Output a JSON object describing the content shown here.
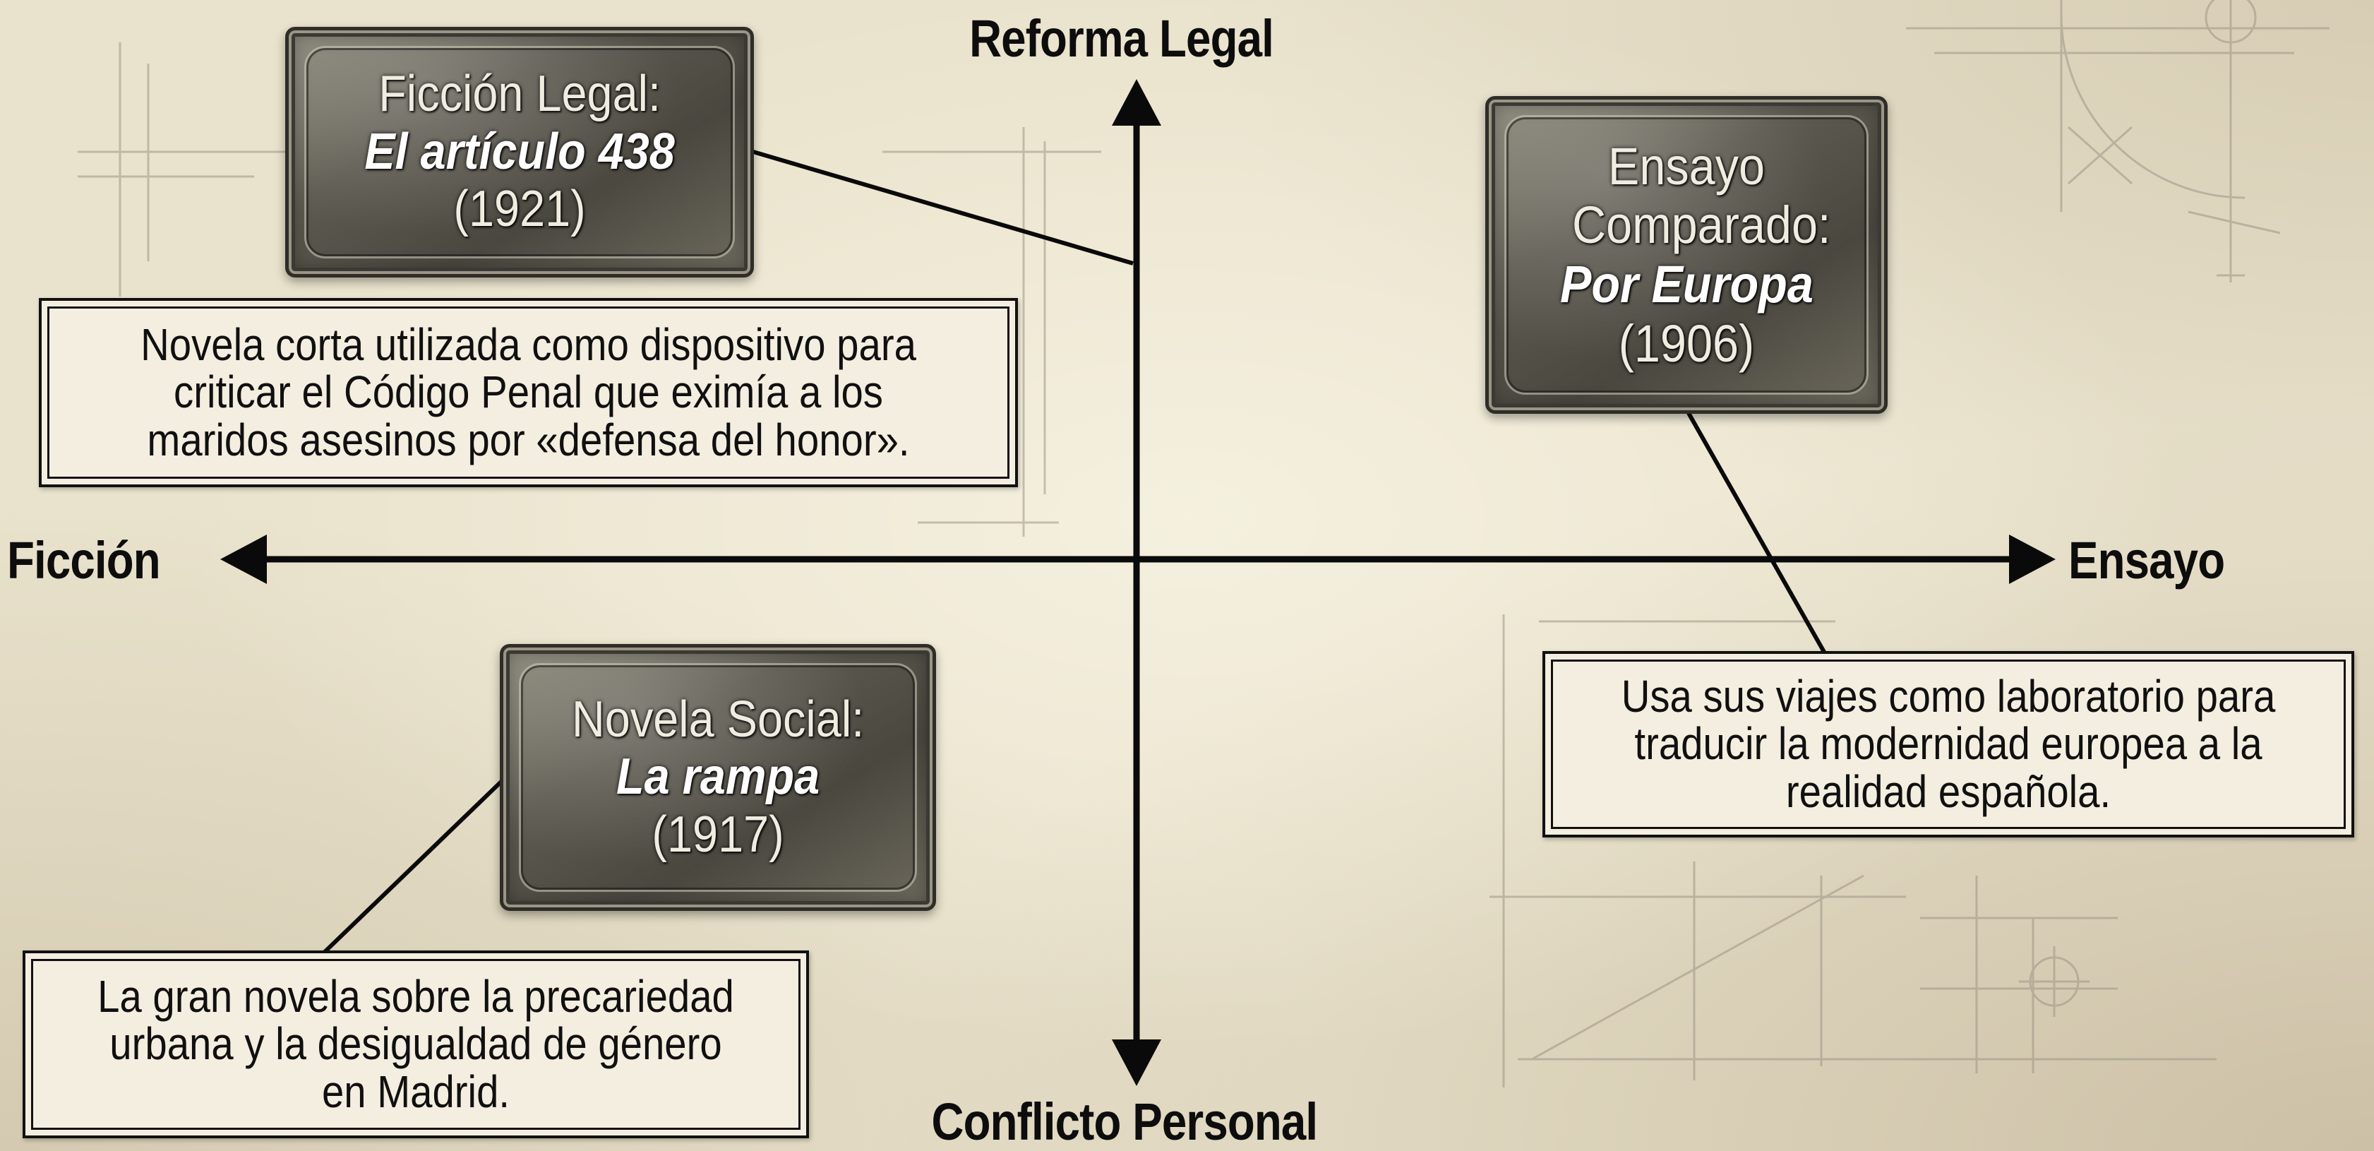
{
  "axes": {
    "top": "Reforma Legal",
    "bottom": "Conflicto Personal",
    "left": "Ficción",
    "right": "Ensayo"
  },
  "items": [
    {
      "genre": "Ficción Legal:",
      "title": "El artículo 438",
      "year": "(1921)",
      "description": "Novela corta utilizada como dispositivo para criticar el Código Penal que eximía a los maridos asesinos por «defensa del honor»."
    },
    {
      "genre": "Ensayo Comparado:",
      "title": "Por Europa",
      "year": "(1906)",
      "description": "Usa sus viajes como laboratorio para traducir la modernidad europea a la realidad española."
    },
    {
      "genre": "Novela Social:",
      "title": "La rampa",
      "year": "(1917)",
      "description": "La gran novela sobre la precariedad urbana y la desigualdad de género en Madrid."
    }
  ]
}
